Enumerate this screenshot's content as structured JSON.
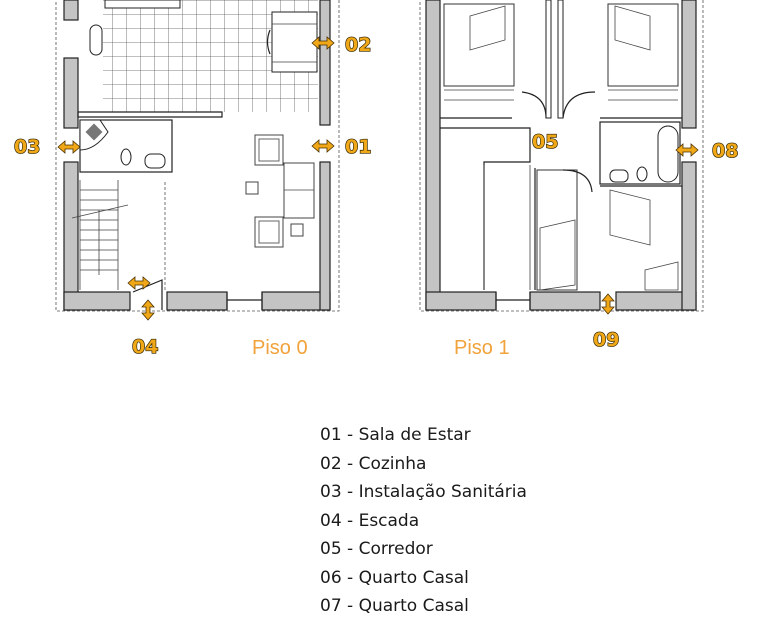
{
  "plan": {
    "floors": [
      {
        "label": "Piso 0",
        "markers": [
          "01",
          "02",
          "03",
          "04"
        ]
      },
      {
        "label": "Piso 1",
        "markers": [
          "05",
          "08",
          "09"
        ]
      }
    ],
    "accent_color": "#f0a818"
  },
  "legend": [
    "01 - Sala de Estar",
    "02 - Cozinha",
    "03 - Instalação Sanitária",
    "04 - Escada",
    "05 - Corredor",
    "06 - Quarto Casal",
    "07 - Quarto Casal"
  ]
}
